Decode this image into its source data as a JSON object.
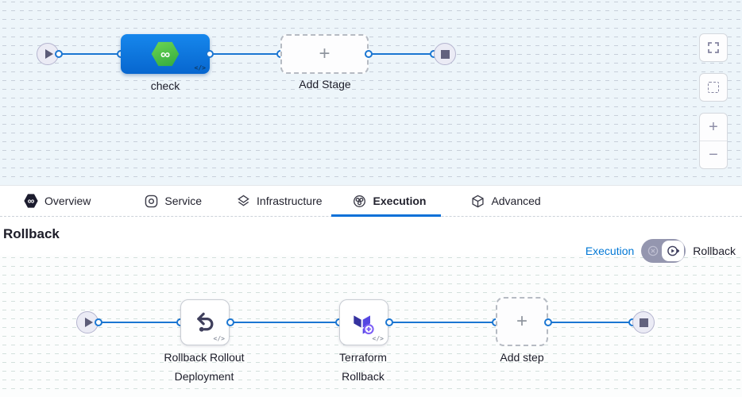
{
  "top_canvas": {
    "stage_node": {
      "label": "check",
      "code_badge": "</>",
      "logo_glyph": "∞"
    },
    "add_stage": {
      "label": "Add Stage",
      "plus_glyph": "+"
    }
  },
  "zoom_controls": {
    "icons": [
      "fullscreen-icon",
      "marquee-select-icon",
      "zoom-in-icon",
      "zoom-out-icon"
    ],
    "zoom_in_glyph": "+",
    "zoom_out_glyph": "−"
  },
  "tabs": [
    {
      "label": "Overview",
      "icon": "harness-logo-icon",
      "active": false,
      "logo_glyph": "∞"
    },
    {
      "label": "Service",
      "icon": "service-icon",
      "active": false
    },
    {
      "label": "Infrastructure",
      "icon": "infrastructure-icon",
      "active": false
    },
    {
      "label": "Execution",
      "icon": "execution-icon",
      "active": true
    },
    {
      "label": "Advanced",
      "icon": "advanced-icon",
      "active": false
    }
  ],
  "section": {
    "title": "Rollback",
    "execution_link": "Execution",
    "rollback_label": "Rollback",
    "toggle_state": "rollback"
  },
  "bottom_canvas": {
    "steps": [
      {
        "lines": [
          "Rollback Rollout",
          "Deployment"
        ],
        "icon": "rollback-arrow-icon",
        "code_badge": "</>"
      },
      {
        "lines": [
          "Terraform",
          "Rollback"
        ],
        "icon": "terraform-icon",
        "code_badge": "</>"
      }
    ],
    "add_step": {
      "label": "Add step",
      "plus_glyph": "+"
    }
  },
  "colors": {
    "accent_blue": "#0278d5",
    "edge_blue": "#1a76d2",
    "stage_node_blue": "#0b74dc",
    "harness_green": "#3db549",
    "canvas_top_bg": "#edf5fa",
    "canvas_bottom_bg": "#fcfdfd",
    "toggle_track": "#9496af",
    "terraform_purple": "#5547e1"
  }
}
